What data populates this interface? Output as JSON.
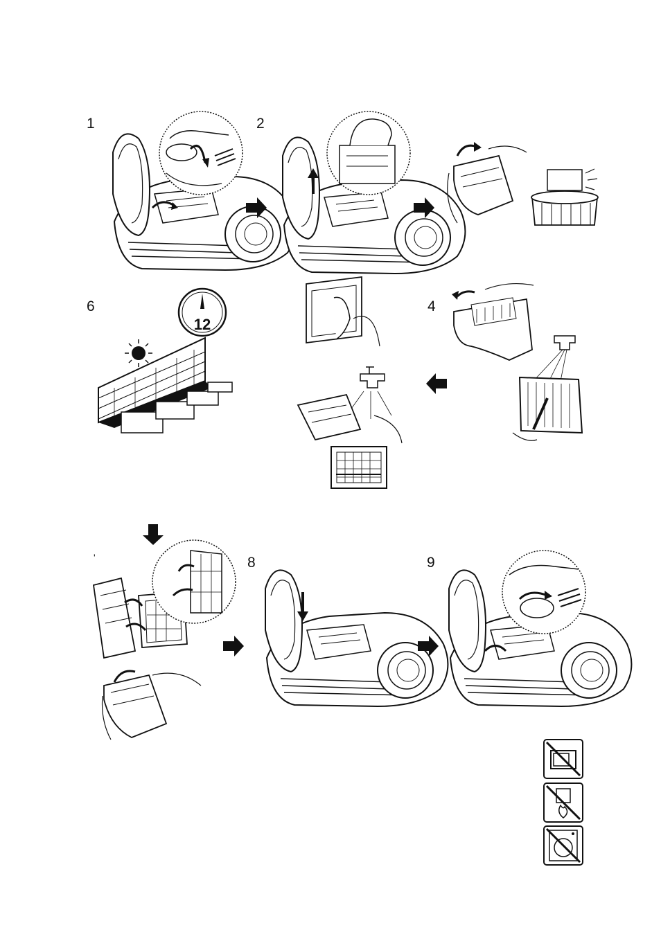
{
  "steps": {
    "s1": "1",
    "s2": "2",
    "s4": "4",
    "s6": "6",
    "s8": "8",
    "s9": "9",
    "s7mark": "'"
  },
  "clock": {
    "value": "12"
  },
  "icons": {
    "arrow": "arrow-icon",
    "no_microwave": "no-microwave-icon",
    "no_fire": "no-fire-icon",
    "no_washing_machine": "no-washing-machine-icon"
  }
}
